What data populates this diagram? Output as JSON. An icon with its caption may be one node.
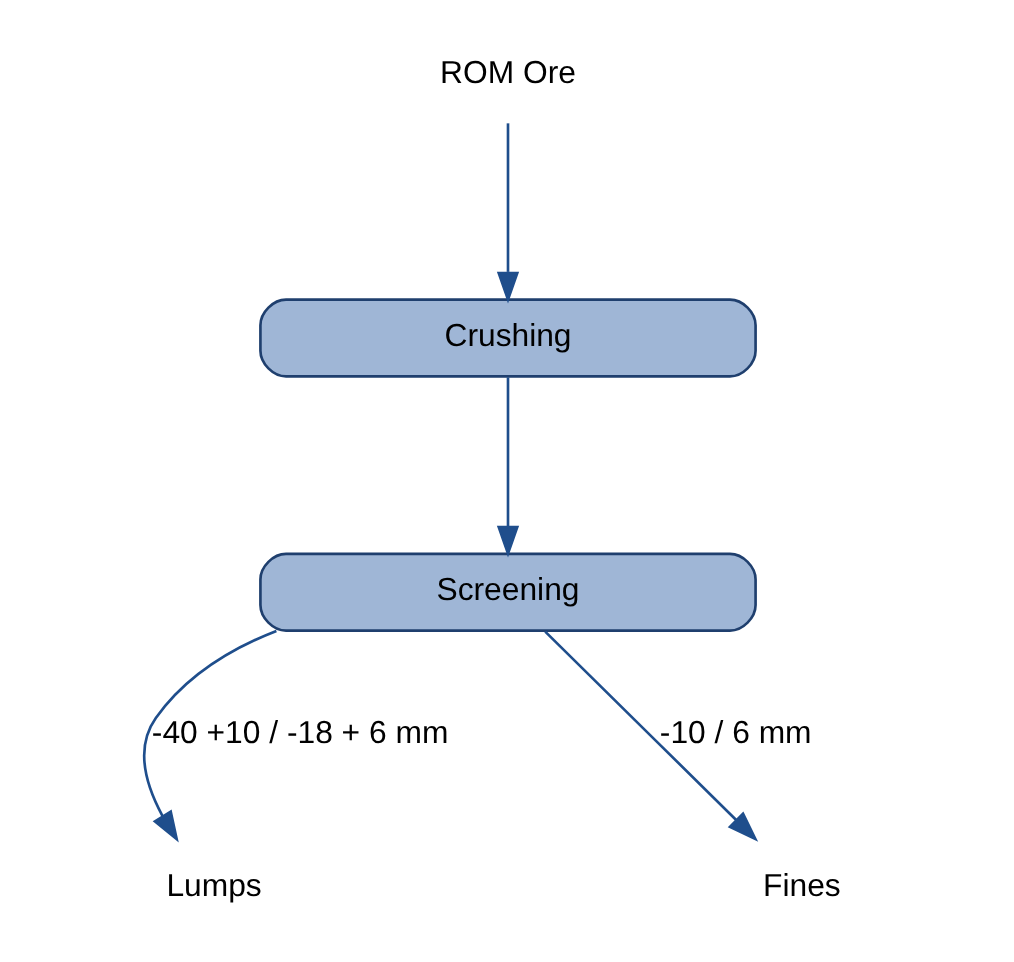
{
  "diagram": {
    "nodes": [
      {
        "text": [
          "ROM Ore"
        ]
      },
      {
        "text": [
          "Crushing"
        ]
      },
      {
        "text": [
          "Screening"
        ]
      },
      {
        "text": [
          "Lumps"
        ]
      },
      {
        "text": [
          "Fines"
        ]
      }
    ],
    "edges": [
      {
        "from": 0,
        "to": 1,
        "arrow": "to"
      },
      {
        "from": 1,
        "to": 2,
        "arrow": "to"
      },
      {
        "from": 2,
        "to": 3,
        "arrow": "to",
        "label": "-40 +10 / -18 + 6 mm"
      },
      {
        "from": 2,
        "to": 4,
        "arrow": "to",
        "label": "-10 / 6 mm"
      }
    ]
  }
}
